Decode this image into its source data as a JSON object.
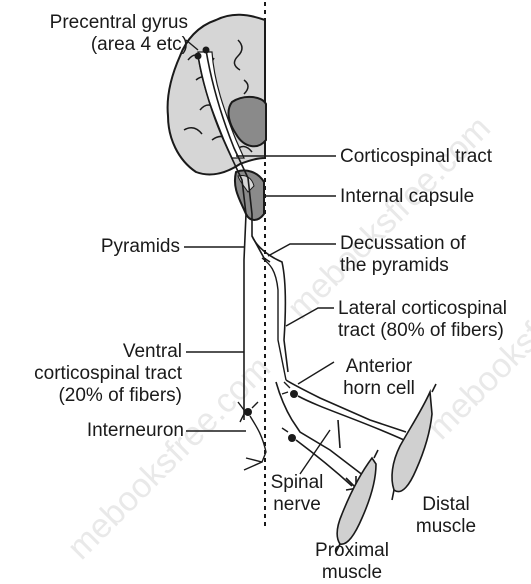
{
  "labels": {
    "precentral_line1": "Precentral gyrus",
    "precentral_line2": "(area 4 etc)",
    "corticospinal_tract": "Corticospinal tract",
    "internal_capsule": "Internal capsule",
    "pyramids": "Pyramids",
    "decussation_line1": "Decussation of",
    "decussation_line2": "the pyramids",
    "lateral_line1": "Lateral corticospinal",
    "lateral_line2": "tract (80% of fibers)",
    "ventral_line1": "Ventral",
    "ventral_line2": "corticospinal tract",
    "ventral_line3": "(20% of fibers)",
    "anterior_line1": "Anterior",
    "anterior_line2": "horn cell",
    "interneuron": "Interneuron",
    "spinal_line1": "Spinal",
    "spinal_line2": "nerve",
    "distal_line1": "Distal",
    "distal_line2": "muscle",
    "proximal_line1": "Proximal",
    "proximal_line2": "muscle"
  },
  "watermark": {
    "text1": "mebooksfree.com",
    "text2": "mebooksfree.com",
    "text3": "mebooksfree"
  },
  "colors": {
    "ink": "#1a1a1a",
    "brain_fill": "#d6d6d6",
    "dark_fill": "#8a8a8a",
    "muscle_fill": "#d0d0d0"
  }
}
